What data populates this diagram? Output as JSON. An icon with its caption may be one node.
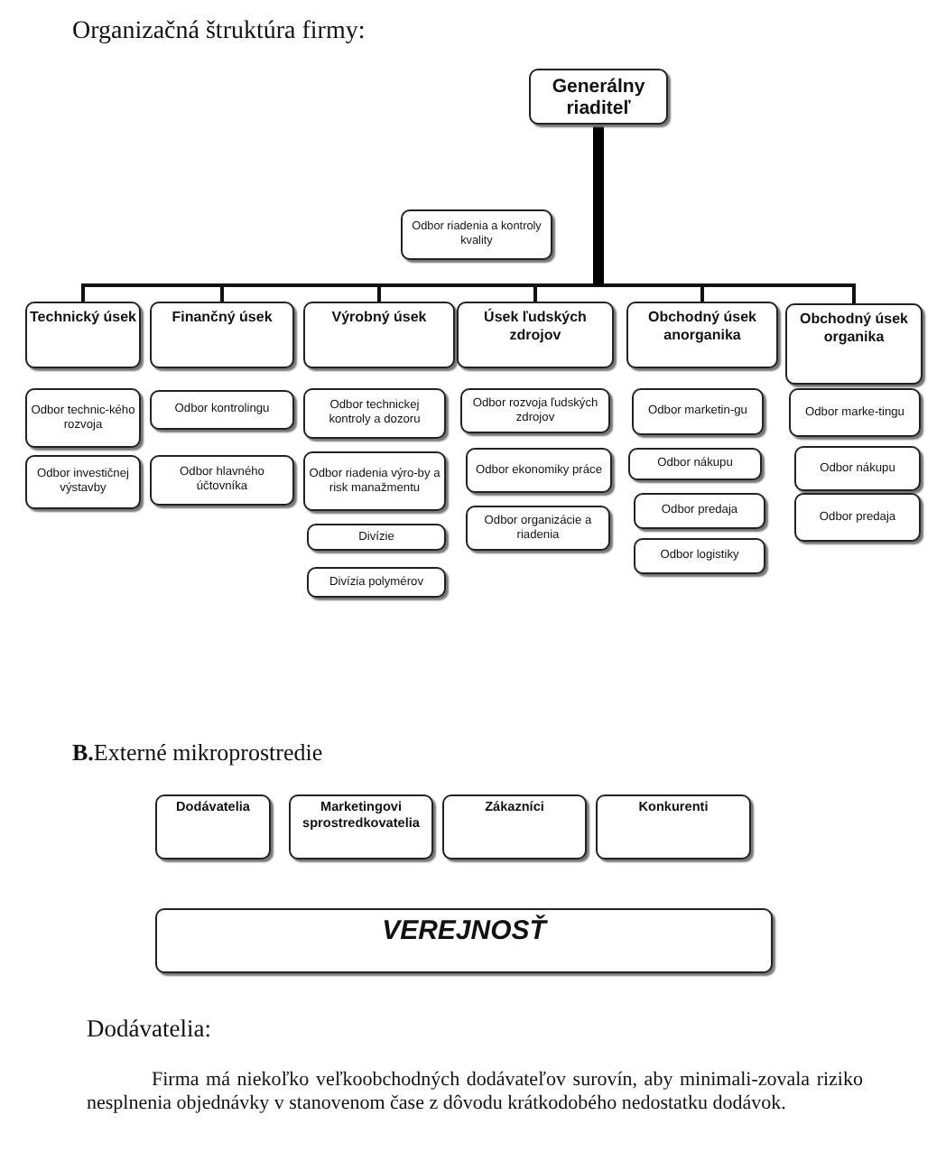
{
  "diagram": {
    "title": "Organizačná štruktúra firmy:",
    "nodes": [
      {
        "text": [
          "Generálny riaditeľ"
        ]
      },
      {
        "text": [
          "Odbor riadenia a kontroly kvality"
        ]
      },
      {
        "text": [
          "Technický úsek"
        ]
      },
      {
        "text": [
          "Finančný úsek"
        ]
      },
      {
        "text": [
          "Výrobný úsek"
        ]
      },
      {
        "text": [
          "Úsek ľudských zdrojov"
        ]
      },
      {
        "text": [
          "Obchodný úsek anorganika"
        ]
      },
      {
        "text": [
          "Obchodný úsek organika"
        ]
      },
      {
        "text": [
          "Odbor technic-kého rozvoja"
        ]
      },
      {
        "text": [
          "Odbor investičnej výstavby"
        ]
      },
      {
        "text": [
          "Odbor kontrolingu"
        ]
      },
      {
        "text": [
          "Odbor hlavného účtovníka"
        ]
      },
      {
        "text": [
          "Odbor technickej kontroly a dozoru"
        ]
      },
      {
        "text": [
          "Odbor riadenia výro-by a risk manažmentu"
        ]
      },
      {
        "text": [
          "Divízie"
        ]
      },
      {
        "text": [
          "Divízia polymérov"
        ]
      },
      {
        "text": [
          "Odbor rozvoja ľudských zdrojov"
        ]
      },
      {
        "text": [
          "Odbor ekonomiky práce"
        ]
      },
      {
        "text": [
          "Odbor organizácie a riadenia"
        ]
      },
      {
        "text": [
          "Odbor marketin-gu"
        ]
      },
      {
        "text": [
          "Odbor nákupu"
        ]
      },
      {
        "text": [
          "Odbor predaja"
        ]
      },
      {
        "text": [
          "Odbor logistiky"
        ]
      },
      {
        "text": [
          "Odbor marke-tingu"
        ]
      },
      {
        "text": [
          "Odbor nákupu"
        ]
      },
      {
        "text": [
          "Odbor predaja"
        ]
      },
      {
        "text": [
          "Dodávatelia"
        ]
      },
      {
        "text": [
          "Marketingovi sprostredkovatelia"
        ]
      },
      {
        "text": [
          "Zákazníci"
        ]
      },
      {
        "text": [
          "Konkurenti"
        ]
      },
      {
        "text": [
          "VEREJNOSŤ"
        ]
      }
    ],
    "edges": [
      {
        "from": 0,
        "to": 2,
        "arrow": "none"
      },
      {
        "from": 0,
        "to": 3,
        "arrow": "none"
      },
      {
        "from": 0,
        "to": 4,
        "arrow": "none"
      },
      {
        "from": 0,
        "to": 5,
        "arrow": "none"
      },
      {
        "from": 0,
        "to": 6,
        "arrow": "none"
      },
      {
        "from": 0,
        "to": 7,
        "arrow": "none"
      }
    ],
    "labels": [
      "**B.**Externé mikroprostredie",
      "Dodávatelia:",
      "Firma má niekoľko veľkoobchodných dodávateľov surovín, aby minimali-zovala riziko nesplnenia objednávky v stanovenom čase z dôvodu krátkodobého nedostatku dodávok."
    ]
  }
}
